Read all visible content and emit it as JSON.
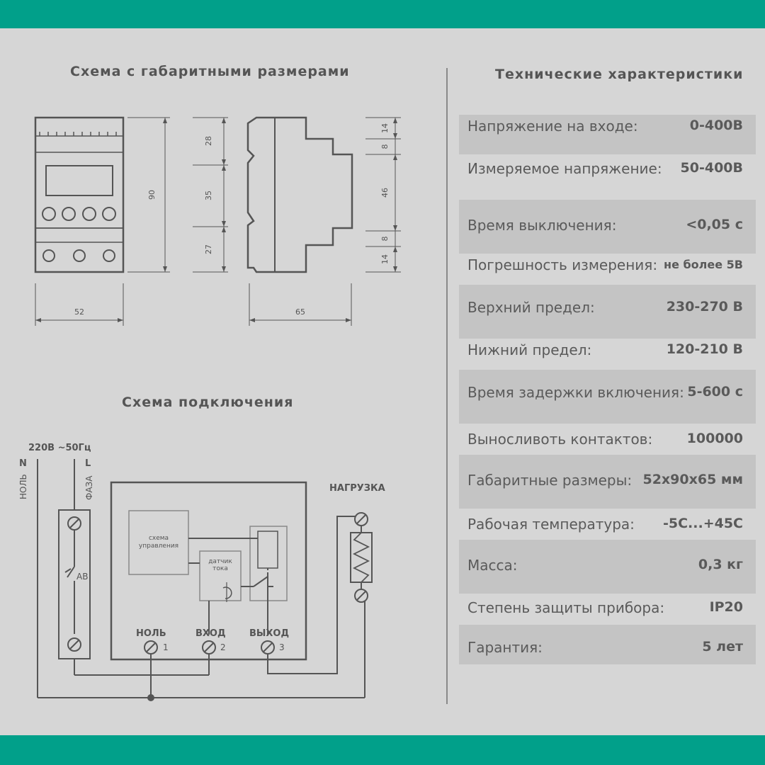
{
  "colors": {
    "band": "#01a08a",
    "background": "#d6d6d6",
    "row_shade": "#c4c4c4",
    "line": "#555555"
  },
  "headings": {
    "dimensions": "Схема с габаритными размерами",
    "connection": "Схема подключения",
    "specs": "Технические характеристики"
  },
  "dimensions": {
    "front_height": "90",
    "front_width": "52",
    "side_width": "65",
    "front_segments": [
      "28",
      "35",
      "27"
    ],
    "side_segments": [
      "14",
      "8",
      "46",
      "8",
      "14"
    ]
  },
  "connection": {
    "supply": "220В ~50Гц",
    "neutral_letter": "N",
    "phase_letter": "L",
    "neutral_label": "НОЛЬ",
    "phase_label": "ФАЗА",
    "breaker": "АВ",
    "control_line1": "схема",
    "control_line2": "управления",
    "sensor_line1": "датчик",
    "sensor_line2": "тока",
    "load": "НАГРУЗКА",
    "terminals": [
      {
        "label": "НОЛЬ",
        "number": "1"
      },
      {
        "label": "ВХОД",
        "number": "2"
      },
      {
        "label": "ВЫХОД",
        "number": "3"
      }
    ]
  },
  "specs": [
    {
      "label": "Напряжение на входе:",
      "value": "0-400В"
    },
    {
      "label": "Измеряемое напряжение:",
      "value": "50-400В"
    },
    {
      "label": "Время выключения:",
      "value": "<0,05 с"
    },
    {
      "label": "Погрешность измерения:",
      "value": "не более 5В"
    },
    {
      "label": "Верхний предел:",
      "value": "230-270 В"
    },
    {
      "label": "Нижний предел:",
      "value": "120-210 В"
    },
    {
      "label": "Время задержки включения:",
      "value": "5-600 с"
    },
    {
      "label": "Выносливоть контактов:",
      "value": "100000"
    },
    {
      "label": "Габаритные размеры:",
      "value": "52x90x65 мм"
    },
    {
      "label": "Рабочая температура:",
      "value": "-5С...+45С"
    },
    {
      "label": "Масса:",
      "value": "0,3 кг"
    },
    {
      "label": "Степень защиты прибора:",
      "value": "IP20"
    },
    {
      "label": "Гарантия:",
      "value": "5 лет"
    }
  ]
}
